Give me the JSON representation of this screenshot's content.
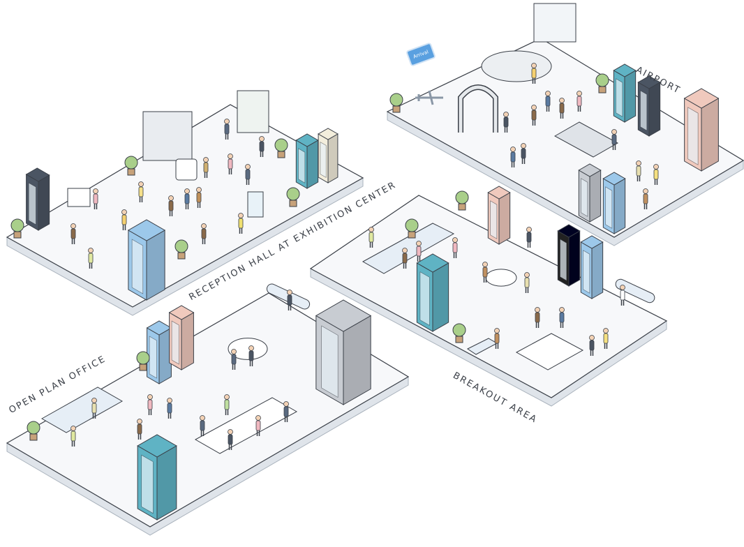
{
  "zones": [
    {
      "id": "reception",
      "label": "RECEPTION HALL AT EXHIBITION CENTER"
    },
    {
      "id": "airport",
      "label": "AIRPORT"
    },
    {
      "id": "breakout",
      "label": "BREAKOUT AREA"
    },
    {
      "id": "office",
      "label": "OPEN PLAN OFFICE"
    }
  ],
  "airport_sign": "Arrival",
  "colors": {
    "platform_top": "#f7f8fa",
    "platform_edge": "#dfe4ea",
    "outline": "#3a3f47",
    "booth_blue": "#9cc8ea",
    "booth_teal": "#5fb3c4",
    "booth_pink": "#f0c9bd",
    "booth_grey": "#c8ccd2",
    "booth_dark": "#4b5563",
    "booth_black": "#222",
    "booth_cream": "#f3eedc",
    "plant": "#a9cf8a"
  }
}
